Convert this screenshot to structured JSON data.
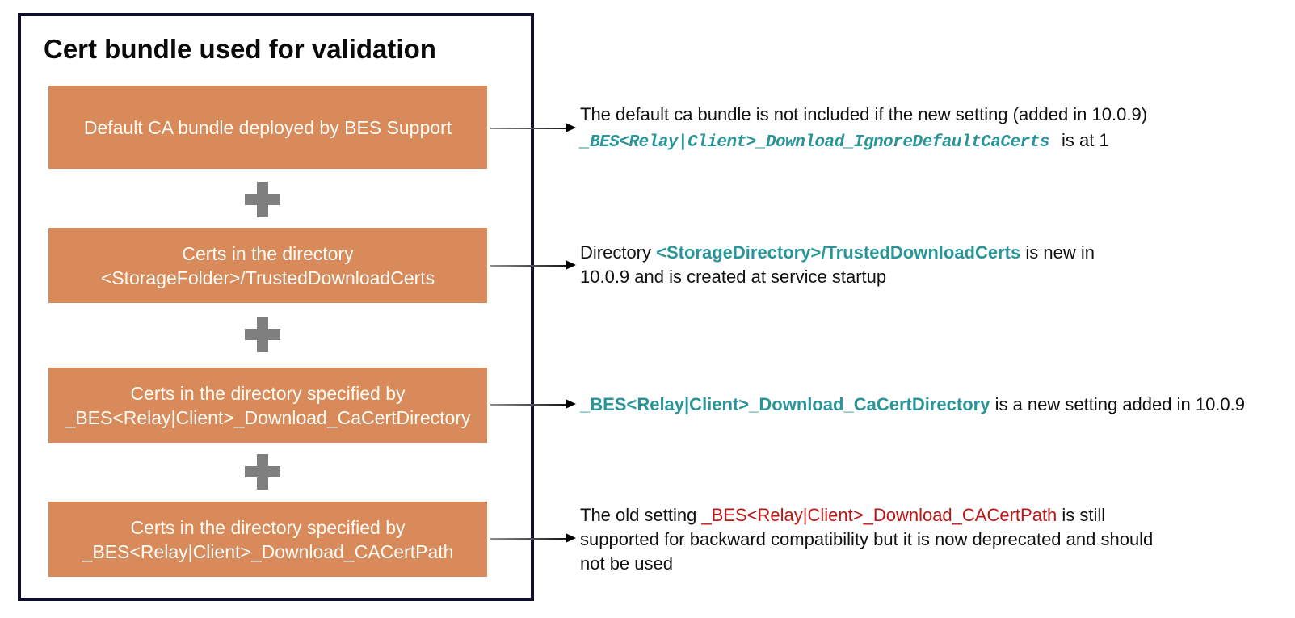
{
  "frame": {
    "title": "Cert bundle used for validation"
  },
  "boxes": [
    {
      "lines": [
        "Default CA bundle deployed by BES Support"
      ]
    },
    {
      "lines": [
        "Certs in the directory",
        "<StorageFolder>/TrustedDownloadCerts"
      ]
    },
    {
      "lines": [
        "Certs in the directory specified by",
        "_BES<Relay|Client>_Download_CaCertDirectory"
      ]
    },
    {
      "lines": [
        "Certs in the directory specified by",
        "_BES<Relay|Client>_Download_CACertPath"
      ]
    }
  ],
  "annotations": [
    {
      "lines": [
        {
          "segments": [
            {
              "text": "The default ca bundle is not included if the new setting (added in 10.0.9)"
            }
          ]
        },
        {
          "segments": [
            {
              "text": "_BES<Relay|Client>_Download_IgnoreDefaultCaCerts"
            },
            {
              "text": "is at 1"
            }
          ]
        }
      ]
    },
    {
      "lines": [
        {
          "segments": [
            {
              "text": "Directory "
            },
            {
              "text": "<StorageDirectory>/TrustedDownloadCerts"
            },
            {
              "text": " is new in"
            }
          ]
        },
        {
          "segments": [
            {
              "text": "10.0.9 and is created at service startup"
            }
          ]
        }
      ]
    },
    {
      "lines": [
        {
          "segments": [
            {
              "text": "_BES<Relay|Client>_Download_CaCertDirectory"
            },
            {
              "text": " is a new setting added in 10.0.9"
            }
          ]
        }
      ]
    },
    {
      "lines": [
        {
          "segments": [
            {
              "text": "The old setting "
            },
            {
              "text": "_BES<Relay|Client>_Download_CACertPath"
            },
            {
              "text": " is still"
            }
          ]
        },
        {
          "segments": [
            {
              "text": "supported for backward compatibility but it is now deprecated and should"
            }
          ]
        },
        {
          "segments": [
            {
              "text": "not be used"
            }
          ]
        }
      ]
    }
  ],
  "colors": {
    "box-orange": "#d98a5b",
    "teal": "#2a9599",
    "red": "#c01515",
    "plus-gray": "#7f7f7f",
    "frame-border": "#0e0e2c",
    "ink": "#111111"
  }
}
